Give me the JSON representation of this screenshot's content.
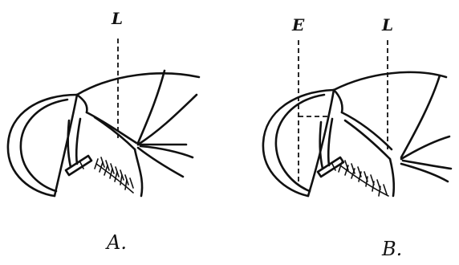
{
  "panels": [
    {
      "label": "A.",
      "markers": [
        "L"
      ]
    },
    {
      "label": "B.",
      "markers": [
        "E",
        "L"
      ]
    }
  ]
}
